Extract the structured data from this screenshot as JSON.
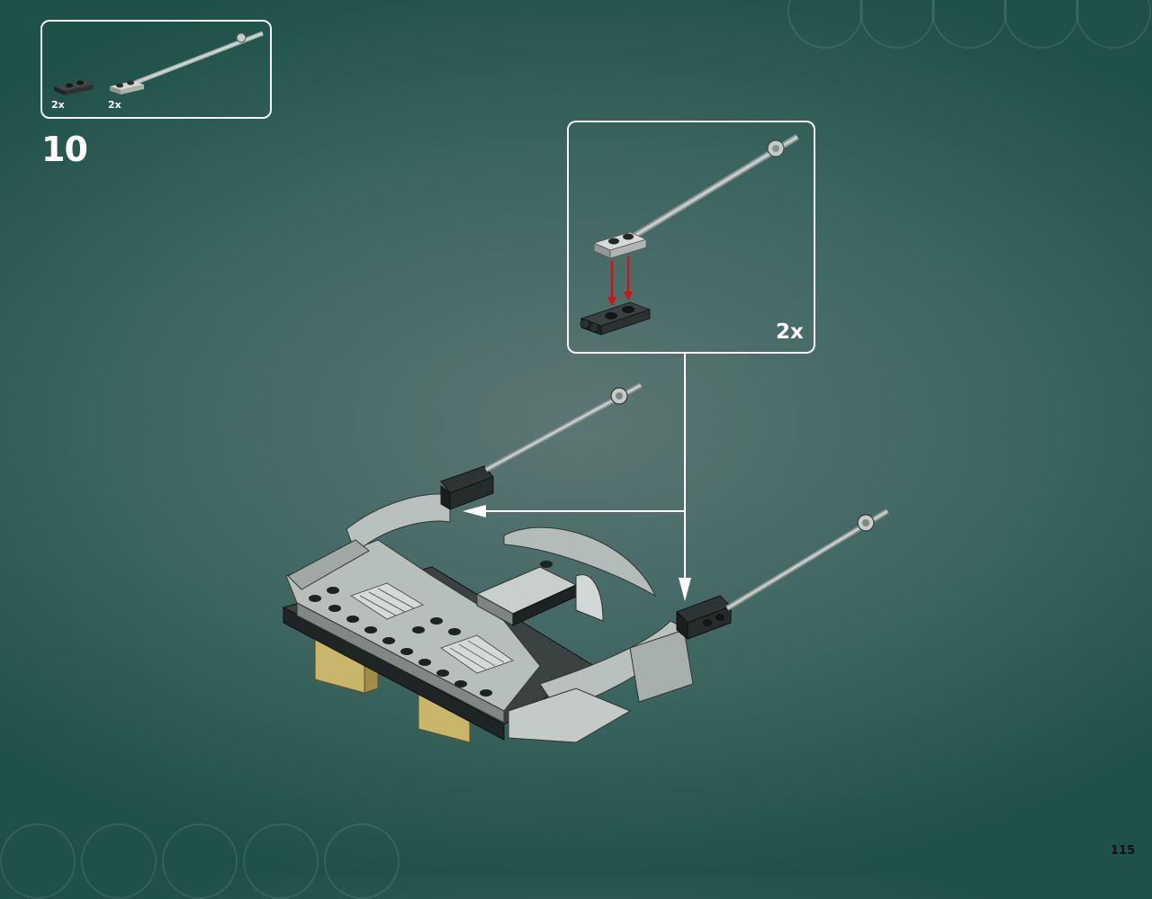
{
  "parts_list": {
    "items": [
      {
        "quantity": "2x",
        "part": "dark-gray-plate-1x2-clip-icon",
        "color": "#2e3433"
      },
      {
        "quantity": "2x",
        "part": "light-gray-plate-with-bar-icon",
        "color": "#a9b1ae"
      }
    ]
  },
  "step": {
    "number": "10"
  },
  "callout": {
    "quantity": "2x"
  },
  "page": {
    "number": "115"
  },
  "colors": {
    "background": "#3d6660",
    "panel_border": "#f2f4f3",
    "arrow_red": "#d0121c",
    "arrow_white": "#ffffff",
    "light_gray_brick": "#a9b3b0",
    "dark_gray_brick": "#2f3634",
    "tan_brick": "#c9b66a"
  }
}
